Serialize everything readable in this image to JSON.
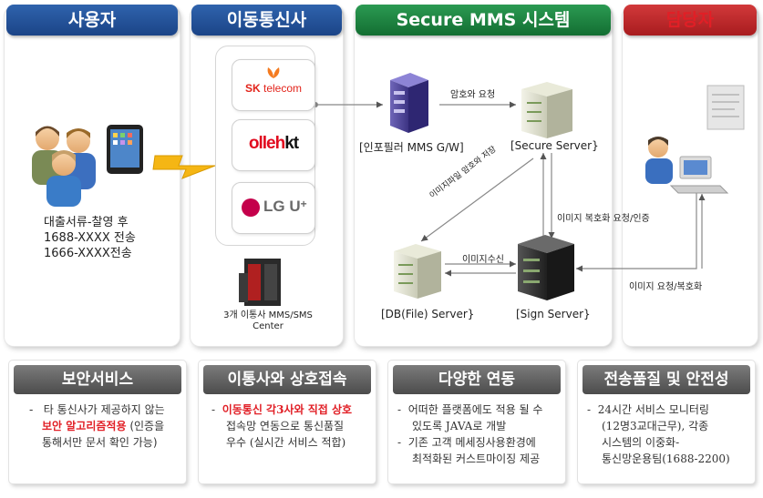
{
  "headers": {
    "user": "사용자",
    "carrier": "이동통신사",
    "system": "Secure MMS 시스템",
    "manager": "담당자"
  },
  "user_panel": {
    "note_lines": [
      "대출서류-찰영 후",
      "1688-XXXX 전송",
      "1666-XXXX전송"
    ]
  },
  "carrier_panel": {
    "logos": [
      {
        "name": "SK telecom",
        "mark": "SK",
        "sub": "telecom"
      },
      {
        "name": "olleh kt",
        "mark": "olleh",
        "sub": "kt"
      },
      {
        "name": "LG U+",
        "mark": "LG U",
        "sub": "+"
      }
    ],
    "center_label_lines": [
      "3개 이통사 MMS/SMS",
      "Center"
    ]
  },
  "system_panel": {
    "gw_label": "[인포필러 MMS G/W]",
    "secure_label": "[Secure Server}",
    "db_label": "[DB(File) Server}",
    "sign_label": "[Sign Server}",
    "edge_encrypt": "암호와 요청",
    "edge_store": "이미지파일 암호와 저장",
    "edge_decrypt": "이미지 복호화 요청/인증",
    "edge_receive": "이미지수신"
  },
  "manager_panel": {
    "edge_request": "이미지 요청/복호화"
  },
  "bottom": [
    {
      "title": "보안서비스",
      "lines": [
        {
          "prefix": "-",
          "parts": [
            {
              "text": "타 통신사가 제공하지 않는",
              "hl": false
            }
          ]
        },
        {
          "prefix": "",
          "parts": [
            {
              "text": "보안 알고리즘적용",
              "hl": true
            },
            {
              "text": " (인증을",
              "hl": false
            }
          ]
        },
        {
          "prefix": "",
          "parts": [
            {
              "text": "통해서만 문서 확인 가능)",
              "hl": false
            }
          ]
        }
      ]
    },
    {
      "title": "이통사와 상호접속",
      "lines": [
        {
          "prefix": "-",
          "parts": [
            {
              "text": "이동통신 각3사와 직접 상호",
              "hl": true
            }
          ]
        },
        {
          "prefix": "",
          "parts": [
            {
              "text": "접속망 연동으로 통신품질",
              "hl": false
            }
          ]
        },
        {
          "prefix": "",
          "parts": [
            {
              "text": "우수 (실시간 서비스 적합)",
              "hl": false
            }
          ]
        }
      ]
    },
    {
      "title": "다양한 연동",
      "lines": [
        {
          "prefix": "-",
          "parts": [
            {
              "text": "어떠한 플랫폼에도 적용 될 수",
              "hl": false
            }
          ]
        },
        {
          "prefix": "",
          "parts": [
            {
              "text": "있도록 JAVA로 개발",
              "hl": false
            }
          ]
        },
        {
          "prefix": "-",
          "parts": [
            {
              "text": "기존 고객 메세징사용환경에",
              "hl": false
            }
          ]
        },
        {
          "prefix": "",
          "parts": [
            {
              "text": "최적화된 커스트마이징 제공",
              "hl": false
            }
          ]
        }
      ]
    },
    {
      "title": "전송품질 및 안전성",
      "lines": [
        {
          "prefix": "-",
          "parts": [
            {
              "text": "24시간 서비스 모니터링",
              "hl": false
            }
          ]
        },
        {
          "prefix": "",
          "parts": [
            {
              "text": "(12명3교대근무), 각종",
              "hl": false
            }
          ]
        },
        {
          "prefix": "",
          "parts": [
            {
              "text": "시스템의 이중화-",
              "hl": false
            }
          ]
        },
        {
          "prefix": "",
          "parts": [
            {
              "text": "통신망운용팀(1688-2200)",
              "hl": false
            }
          ]
        }
      ]
    }
  ]
}
